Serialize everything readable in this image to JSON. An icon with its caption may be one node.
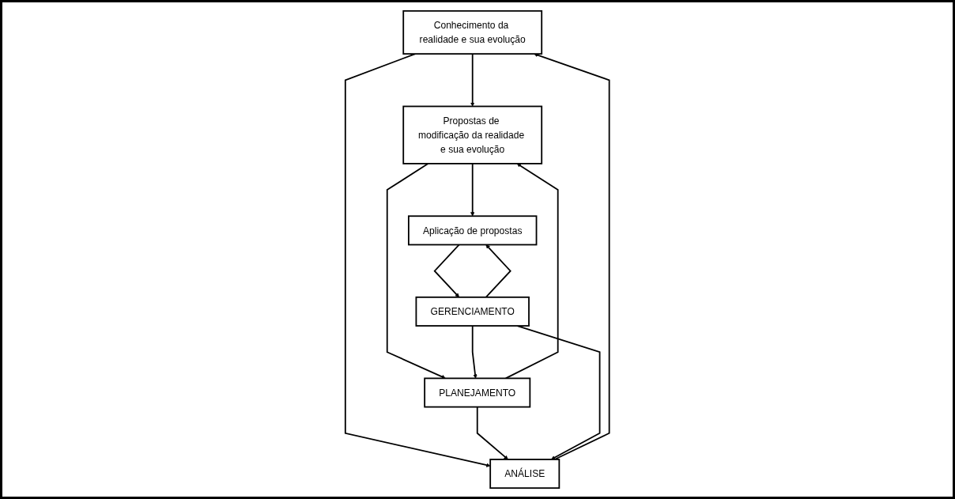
{
  "diagram": {
    "nodes": [
      {
        "text": [
          "Conhecimento da realidade e sua evolução"
        ]
      },
      {
        "text": [
          "Propostas de modificação da realidade e sua evolução"
        ]
      },
      {
        "text": [
          "Aplicação de propostas"
        ]
      },
      {
        "text": [
          "ANÁLISE"
        ]
      },
      {
        "text": [
          "PLANEJAMENTO"
        ]
      },
      {
        "text": [
          "GERENCIAMENTO"
        ]
      }
    ],
    "edges": [
      {
        "from": 0,
        "to": 1,
        "arrow": "to"
      },
      {
        "from": 1,
        "to": 2,
        "arrow": "to"
      },
      {
        "from": 0,
        "to": 3,
        "arrow": "to"
      },
      {
        "from": 3,
        "to": 0,
        "arrow": "to"
      },
      {
        "from": 1,
        "to": 4,
        "arrow": "to"
      },
      {
        "from": 4,
        "to": 1,
        "arrow": "to"
      },
      {
        "from": 2,
        "to": 5,
        "arrow": "to"
      },
      {
        "from": 5,
        "to": 2,
        "arrow": "to"
      },
      {
        "from": 4,
        "to": 3,
        "arrow": "to"
      },
      {
        "from": 5,
        "to": 4,
        "arrow": "to"
      },
      {
        "from": 5,
        "to": 3,
        "arrow": "to"
      }
    ]
  }
}
